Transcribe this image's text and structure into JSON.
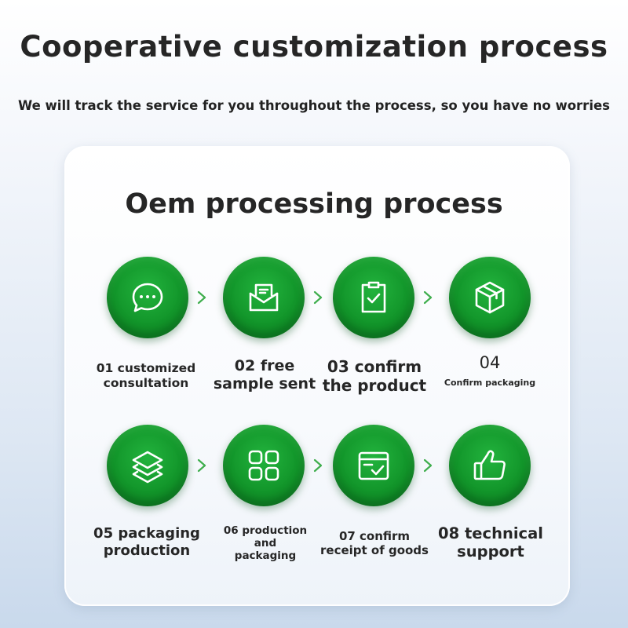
{
  "header": {
    "title": "Cooperative customization process",
    "subtitle": "We will track the service for you throughout the process, so you have no worries"
  },
  "card": {
    "title": "Oem processing process"
  },
  "colors": {
    "accent_green": "#13962b",
    "arrow_green": "#3fae4d"
  },
  "steps": [
    {
      "icon": "chat-bubble-icon",
      "lines": [
        "01 customized",
        "consultation"
      ]
    },
    {
      "icon": "envelope-document-icon",
      "lines": [
        "02 free",
        "sample sent"
      ]
    },
    {
      "icon": "clipboard-check-icon",
      "lines": [
        "03 confirm",
        "the product"
      ]
    },
    {
      "icon": "box-package-icon",
      "lines": [
        "04",
        "Confirm packaging"
      ]
    },
    {
      "icon": "stacked-layers-icon",
      "lines": [
        "05 packaging",
        "production"
      ]
    },
    {
      "icon": "grid-apps-icon",
      "lines": [
        "06 production",
        "and",
        "packaging"
      ]
    },
    {
      "icon": "invoice-check-icon",
      "lines": [
        "07 confirm",
        "receipt of goods"
      ]
    },
    {
      "icon": "thumbs-up-icon",
      "lines": [
        "08 technical",
        "support"
      ]
    }
  ]
}
